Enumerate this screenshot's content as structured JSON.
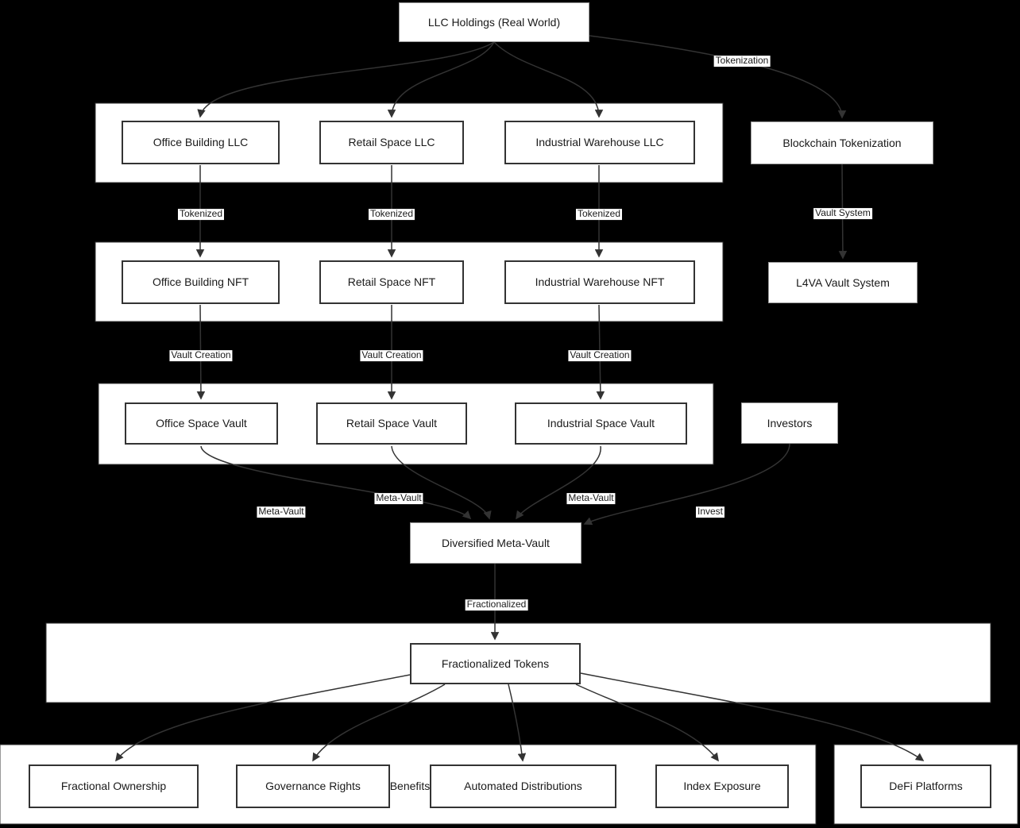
{
  "colors": {
    "background": "#000000",
    "cluster_fill": "#ffffff",
    "cluster_border": "#333333",
    "node_fill": "#ffffff",
    "node_border": "#333333",
    "standalone_node_border": "#999999",
    "edge_stroke": "#333333",
    "text": "#1a1a1a"
  },
  "nodes": {
    "llc_holdings": "LLC Holdings (Real World)",
    "office_building_llc": "Office Building LLC",
    "retail_space_llc": "Retail Space LLC",
    "industrial_warehouse_llc": "Industrial Warehouse LLC",
    "blockchain_tokenization": "Blockchain Tokenization",
    "office_building_nft": "Office Building NFT",
    "retail_space_nft": "Retail Space NFT",
    "industrial_warehouse_nft": "Industrial Warehouse NFT",
    "l4va_vault_system": "L4VA Vault System",
    "office_space_vault": "Office Space Vault",
    "retail_space_vault": "Retail Space Vault",
    "industrial_space_vault": "Industrial Space Vault",
    "investors": "Investors",
    "diversified_meta_vault": "Diversified Meta-Vault",
    "fractionalized_tokens": "Fractionalized Tokens",
    "fractional_ownership": "Fractional Ownership",
    "governance_rights": "Governance Rights",
    "automated_distributions": "Automated Distributions",
    "index_exposure": "Index Exposure",
    "defi_platforms": "DeFi Platforms"
  },
  "edge_labels": {
    "tokenization": "Tokenization",
    "tokenized_1": "Tokenized",
    "tokenized_2": "Tokenized",
    "tokenized_3": "Tokenized",
    "vault_system": "Vault System",
    "vault_creation_1": "Vault Creation",
    "vault_creation_2": "Vault Creation",
    "vault_creation_3": "Vault Creation",
    "meta_vault_1": "Meta-Vault",
    "meta_vault_2": "Meta-Vault",
    "meta_vault_3": "Meta-Vault",
    "invest": "Invest",
    "fractionalized": "Fractionalized",
    "benefits": "Benefits"
  }
}
